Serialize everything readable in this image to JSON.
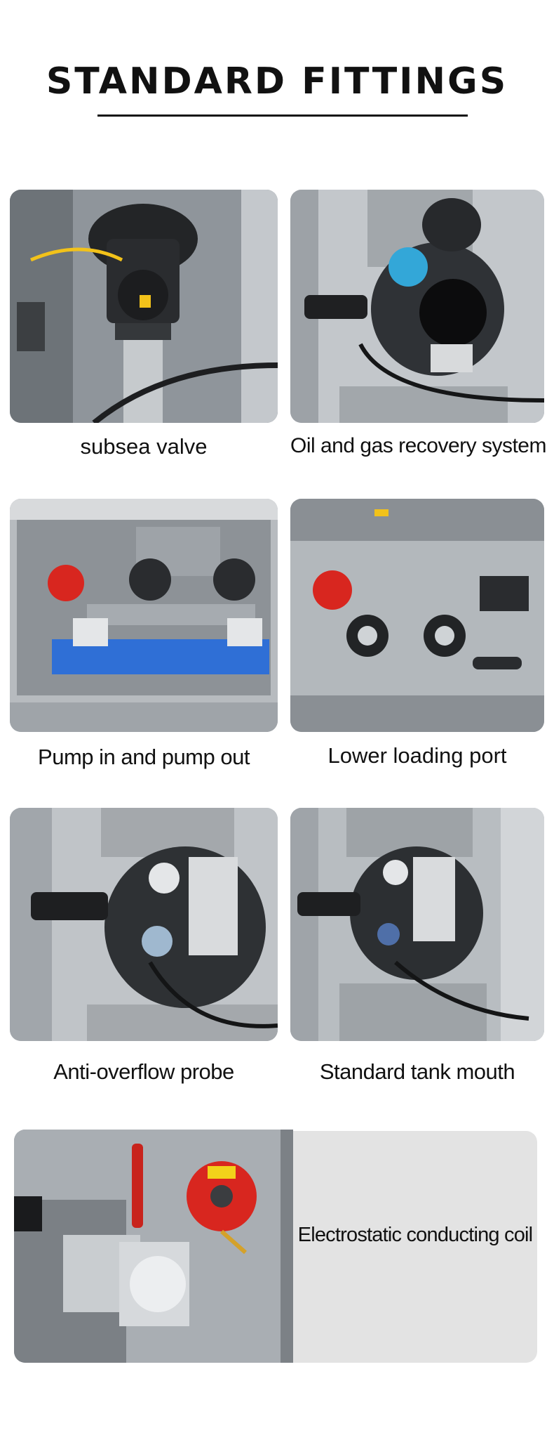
{
  "page": {
    "title": "STANDARD FITTINGS"
  },
  "fittings": [
    {
      "caption": "subsea valve"
    },
    {
      "caption": "Oil and gas recovery system"
    },
    {
      "caption": "Pump in and pump out"
    },
    {
      "caption": "Lower loading port"
    },
    {
      "caption": "Anti-overflow probe"
    },
    {
      "caption": "Standard tank mouth"
    },
    {
      "caption": "Electrostatic conducting coil"
    }
  ],
  "colors": {
    "steel": "#b9bec3",
    "dark_fitting": "#2b2d30",
    "red_reel": "#d8261f",
    "blue_tarp": "#2f6fd6"
  }
}
